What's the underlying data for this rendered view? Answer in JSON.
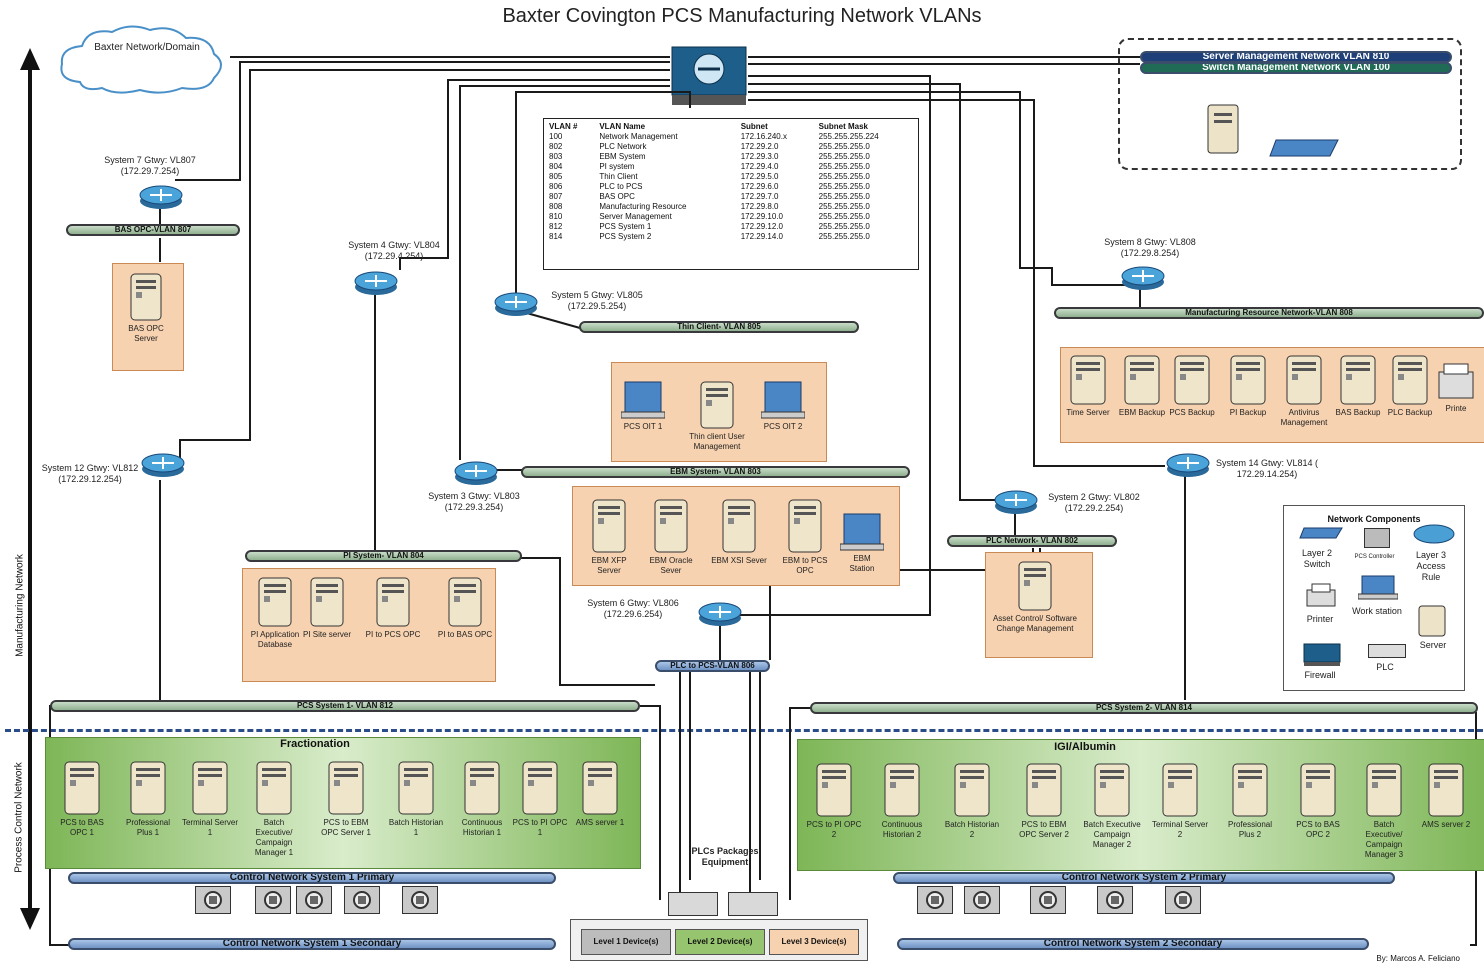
{
  "title": "Baxter Covington PCS Manufacturing Network VLANs",
  "cloud_label": "Baxter Network/Domain",
  "axis": {
    "manufacturing": "Manufacturing Network",
    "process_control": "Process Control Network"
  },
  "credit": "By: Marcos A. Feliciano",
  "mgmt": {
    "server_vlan": "Server Management Network VLAN 810",
    "switch_vlan": "Switch Management Network VLAN 100"
  },
  "vlan_table": {
    "headers": [
      "VLAN #",
      "VLAN Name",
      "Subnet",
      "Subnet Mask"
    ],
    "rows": [
      [
        "100",
        "Network Management",
        "172.16.240.x",
        "255.255.255.224"
      ],
      [
        "802",
        "PLC Network",
        "172.29.2.0",
        "255.255.255.0"
      ],
      [
        "803",
        "EBM System",
        "172.29.3.0",
        "255.255.255.0"
      ],
      [
        "804",
        "PI system",
        "172.29.4.0",
        "255.255.255.0"
      ],
      [
        "805",
        "Thin Client",
        "172.29.5.0",
        "255.255.255.0"
      ],
      [
        "806",
        "PLC to PCS",
        "172.29.6.0",
        "255.255.255.0"
      ],
      [
        "807",
        "BAS OPC",
        "172.29.7.0",
        "255.255.255.0"
      ],
      [
        "808",
        "Manufacturing Resource",
        "172.29.8.0",
        "255.255.255.0"
      ],
      [
        "810",
        "Server Management",
        "172.29.10.0",
        "255.255.255.0"
      ],
      [
        "812",
        "PCS System 1",
        "172.29.12.0",
        "255.255.255.0"
      ],
      [
        "814",
        "PCS System 2",
        "172.29.14.0",
        "255.255.255.0"
      ]
    ]
  },
  "gateways": {
    "g7": "System 7 Gtwy: VL807 (172.29.7.254)",
    "g4": "System 4 Gtwy: VL804 (172.29.4.254)",
    "g5": "System 5 Gtwy: VL805 (172.29.5.254)",
    "g8": "System 8 Gtwy: VL808 (172.29.8.254)",
    "g12": "System 12 Gtwy: VL812 (172.29.12.254)",
    "g3": "System 3 Gtwy: VL803 (172.29.3.254)",
    "g14": "System 14 Gtwy: VL814 ( 172.29.14.254)",
    "g2": "System 2 Gtwy: VL802 (172.29.2.254)",
    "g6": "System 6 Gtwy: VL806 (172.29.6.254)"
  },
  "bars": {
    "bas": "BAS OPC-VLAN 807",
    "thin": "Thin Client- VLAN 805",
    "ebm": "EBM System- VLAN 803",
    "pi": "PI System- VLAN 804",
    "plcnet": "PLC Network- VLAN 802",
    "mfg": "Manufacturing Resource Network-VLAN 808",
    "plc2pcs": "PLC to PCS-VLAN 806",
    "pcs1": "PCS System 1- VLAN 812",
    "pcs2": "PCS System 2- VLAN 814",
    "cn1p": "Control Network System 1 Primary",
    "cn2p": "Control Network System 2 Primary",
    "cn1s": "Control Network System 1 Secondary",
    "cn2s": "Control Network System 2 Secondary"
  },
  "devices": {
    "bas_opc": "BAS OPC Server",
    "thin": [
      "PCS OIT 1",
      "Thin client User Management",
      "PCS OIT 2"
    ],
    "ebm": [
      "EBM XFP Server",
      "EBM Oracle Sever",
      "EBM XSI Sever",
      "EBM to PCS OPC",
      "EBM Station"
    ],
    "pi": [
      "PI Application Database",
      "PI Site server",
      "PI to PCS OPC",
      "PI to BAS OPC"
    ],
    "asset": "Asset Control/ Software Change Management",
    "mfg": [
      "Time Server",
      "EBM Backup",
      "PCS Backup",
      "PI Backup",
      "Antivirus Management",
      "BAS Backup",
      "PLC Backup",
      "Printe"
    ],
    "frac": [
      "PCS to BAS OPC 1",
      "Professional Plus 1",
      "Terminal Server 1",
      "Batch Executive/ Campaign Manager 1",
      "PCS to EBM OPC Server 1",
      "Batch Historian 1",
      "Continuous Historian 1",
      "PCS to PI OPC 1",
      "AMS server 1"
    ],
    "igi": [
      "PCS to PI OPC 2",
      "Continuous Historian 2",
      "Batch Historian 2",
      "PCS to EBM OPC Server 2",
      "Batch Executive Campaign Manager 2",
      "Terminal Server 2",
      "Professional Plus 2",
      "PCS to BAS OPC 2",
      "Batch Executive/ Campaign Manager 3",
      "AMS server 2"
    ]
  },
  "zones": {
    "frac": "Fractionation",
    "igi": "IGI/Albumin"
  },
  "plc_label": "PLCs Packages Equipment",
  "legend": {
    "title": "Network Components",
    "items": [
      "Layer 2 Switch",
      "PCS Controller",
      "Layer 3 Access Rule",
      "Printer",
      "Work station",
      "Server",
      "Firewall",
      "PLC"
    ]
  },
  "levels": [
    "Level 1 Device(s)",
    "Level 2 Device(s)",
    "Level 3 Device(s)"
  ]
}
